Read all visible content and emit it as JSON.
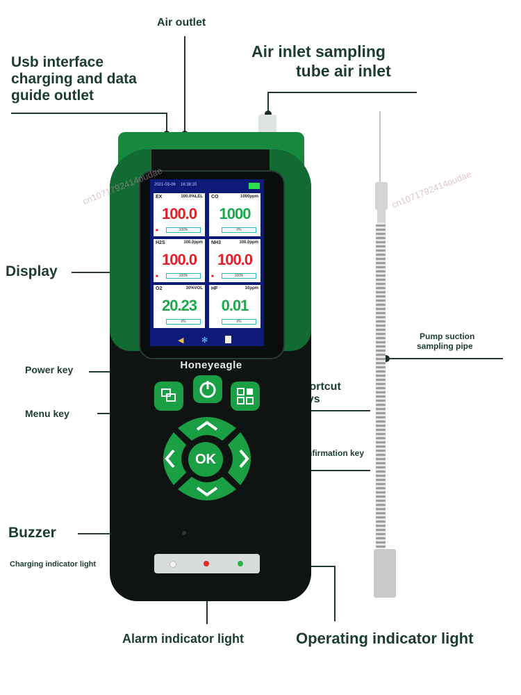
{
  "labels": {
    "air_outlet": "Air outlet",
    "usb": [
      "Usb interface",
      "charging and data",
      "guide outlet"
    ],
    "air_inlet": [
      "Air inlet sampling",
      "tube air inlet"
    ],
    "display": "Display",
    "pump": [
      "Pump suction",
      "sampling pipe"
    ],
    "power_key": "Power key",
    "shortcut": [
      "Shortcut",
      "keys"
    ],
    "menu_key": "Menu key",
    "confirmation": "Confirmation key",
    "buzzer": "Buzzer",
    "charging": "Charging indicator light",
    "alarm": "Alarm indicator light",
    "operating": "Operating indicator light"
  },
  "device": {
    "brand": "Honeyeagle",
    "ok_label": "OK",
    "screen": {
      "date": "2021-03-06",
      "time": "16:38:20",
      "cells": [
        {
          "name": "EX",
          "range": "100.0%LEL",
          "value": "100.0",
          "color": "#e0202a",
          "bar": "100%"
        },
        {
          "name": "CO",
          "range": "1000ppm",
          "value": "1000",
          "color": "#1aa84a",
          "bar": "0%"
        },
        {
          "name": "H2S",
          "range": "100.0ppm",
          "value": "100.0",
          "color": "#e0202a",
          "bar": "100%"
        },
        {
          "name": "NH3",
          "range": "100.0ppm",
          "value": "100.0",
          "color": "#e0202a",
          "bar": "100%"
        },
        {
          "name": "O2",
          "range": "30%VOL",
          "value": "20.23",
          "color": "#1aa84a",
          "bar": "0%"
        },
        {
          "name": "HF",
          "range": "10ppm",
          "value": "0.01",
          "color": "#1aa84a",
          "bar": "0%"
        }
      ]
    }
  },
  "colors": {
    "shell_green": "#17893f",
    "button_green": "#1a9f45",
    "label_text": "#1d3b35"
  },
  "watermark": "cn1071792414oudae"
}
